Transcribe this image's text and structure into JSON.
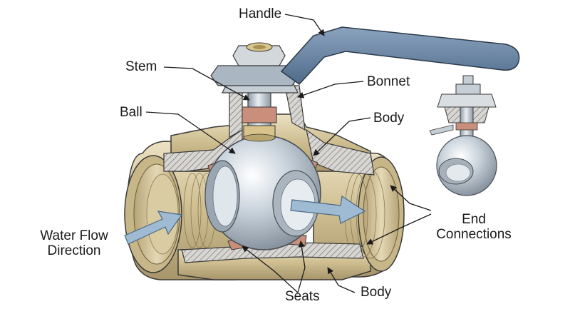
{
  "labels": {
    "handle": "Handle",
    "stem": "Stem",
    "bonnet": "Bonnet",
    "ball": "Ball",
    "body_top": "Body",
    "water_flow_line1": "Water Flow",
    "water_flow_line2": "Direction",
    "end_connections_line1": "End",
    "end_connections_line2": "Connections",
    "seats": "Seats",
    "body_bottom": "Body"
  },
  "colors": {
    "brass_light": "#e0d4ae",
    "brass_mid": "#c9b98a",
    "brass_dark": "#9c8a5c",
    "steel_light": "#e8eef4",
    "steel_mid": "#b8c4cf",
    "steel_dark": "#7d8a96",
    "handle_blue": "#6a86a6",
    "flow_arrow": "#9ebbd3",
    "seat_color": "#c98f7a",
    "outline": "#3a3a3a"
  }
}
